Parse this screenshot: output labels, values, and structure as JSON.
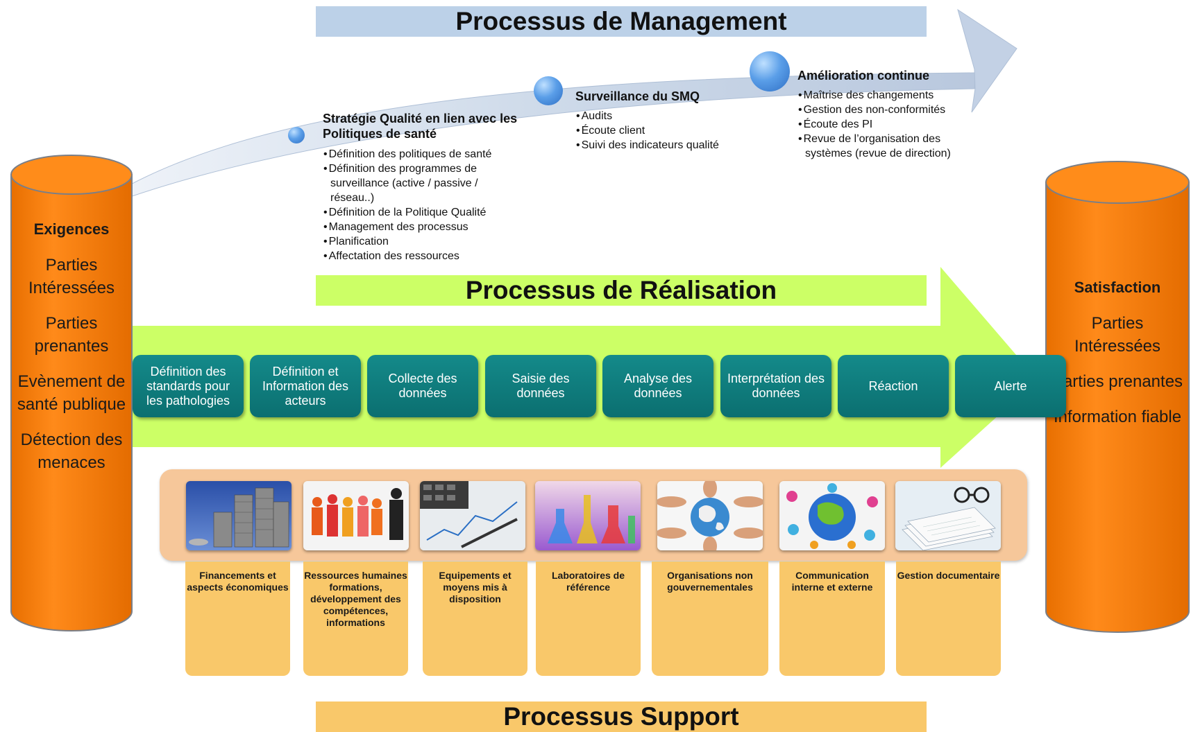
{
  "banners": {
    "management": "Processus de Management",
    "realisation": "Processus de Réalisation",
    "support": "Processus Support"
  },
  "left_cylinder": {
    "heading": "Exigences",
    "items": [
      "Parties Intéressées",
      "Parties prenantes",
      "Evènement de santé publique",
      "Détection des menaces"
    ]
  },
  "right_cylinder": {
    "heading": "Satisfaction",
    "items": [
      "Parties Intéressées",
      "Parties prenantes",
      "Information fiable"
    ]
  },
  "management": {
    "strategie": {
      "title": "Stratégie Qualité en lien avec les Politiques de santé",
      "items": [
        "Définition des politiques de santé",
        "Définition des programmes de surveillance (active / passive / réseau..)",
        "Définition de la Politique Qualité",
        "Management des processus",
        "Planification",
        "Affectation des ressources"
      ]
    },
    "surveillance": {
      "title": "Surveillance du SMQ",
      "items": [
        "Audits",
        "Écoute client",
        "Suivi des indicateurs qualité"
      ]
    },
    "amelioration": {
      "title": "Amélioration continue",
      "items": [
        "Maîtrise des changements",
        "Gestion des non-conformités",
        "Écoute des PI",
        "Revue de l’organisation des systèmes (revue de direction)"
      ]
    }
  },
  "realisation_steps": [
    "Définition des standards pour les pathologies",
    "Définition et Information des acteurs",
    "Collecte des données",
    "Saisie des données",
    "Analyse des données",
    "Interprétation des données",
    "Réaction",
    "Alerte"
  ],
  "support_items": [
    {
      "label": "Financements et aspects économiques",
      "icon": "coins-icon"
    },
    {
      "label": "Ressources humaines formations, développement des compétences, informations",
      "icon": "people-icon"
    },
    {
      "label": "Equipements et moyens mis à disposition",
      "icon": "calculator-icon"
    },
    {
      "label": "Laboratoires de référence",
      "icon": "flask-icon"
    },
    {
      "label": "Organisations non gouvernementales",
      "icon": "globe-hands-icon"
    },
    {
      "label": "Communication interne et externe",
      "icon": "network-globe-icon"
    },
    {
      "label": "Gestion documentaire",
      "icon": "documents-icon"
    }
  ],
  "colors": {
    "cylinder": "#ff7f00",
    "realisation_arrow": "#ccff66",
    "step_box": "#0f7c7d",
    "support_band": "#f6c79a",
    "support_label": "#f9c86a",
    "management_arrow": "#c9d7ea"
  }
}
